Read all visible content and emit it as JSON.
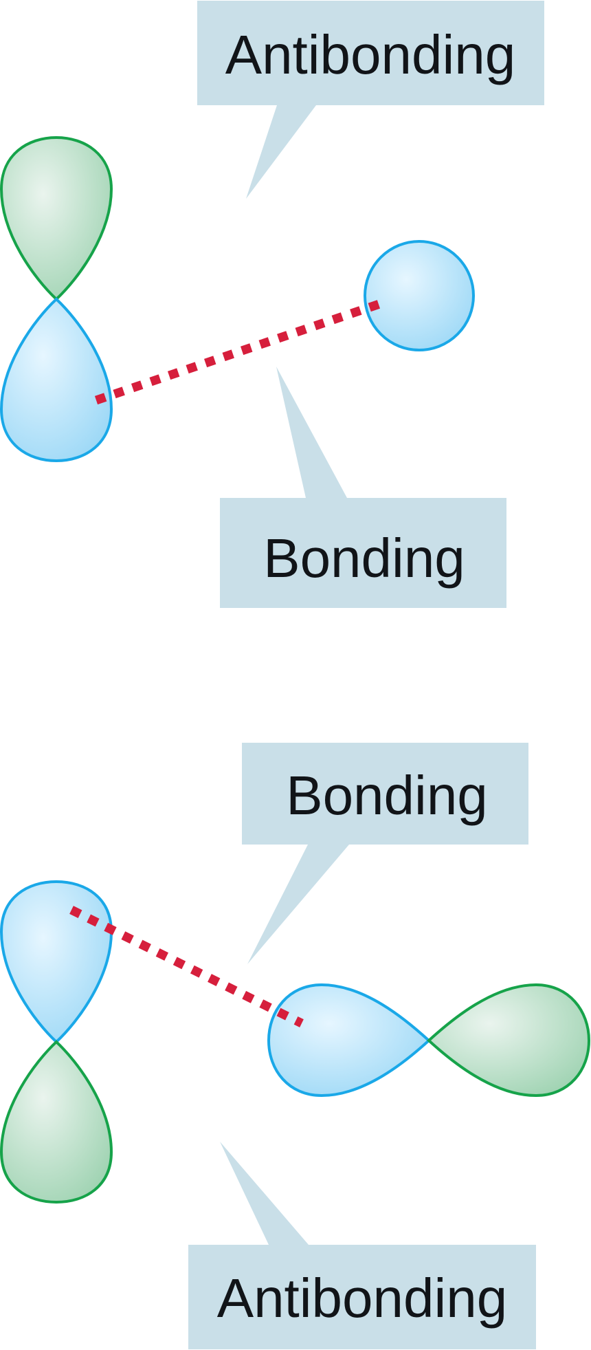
{
  "panels": [
    {
      "top_label": "Antibonding",
      "bottom_label": "Bonding"
    },
    {
      "top_label": "Bonding",
      "bottom_label": "Antibonding"
    }
  ],
  "colors": {
    "callout_fill": "#c9dfe8",
    "blue_lobe_stroke": "#1aa8e8",
    "blue_lobe_center": "#e6f6ff",
    "blue_lobe_edge": "#9cd8f6",
    "green_lobe_stroke": "#16a34a",
    "green_lobe_center": "#eaf4ee",
    "green_lobe_edge": "#9fd3b2",
    "dash_color": "#d61f3c",
    "text_color": "#111418"
  }
}
